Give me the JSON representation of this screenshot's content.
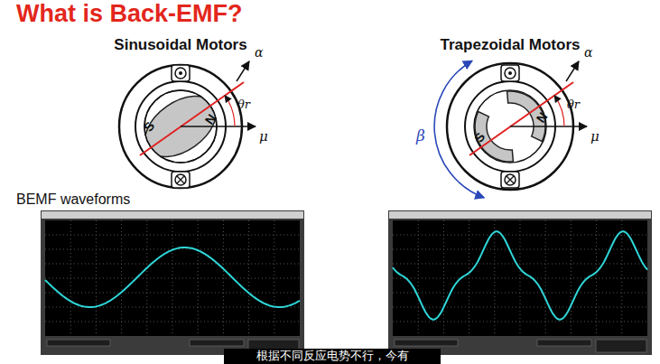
{
  "diagram": {
    "title": "What is Back-EMF?",
    "caption": "根据不同反应电势不行，今有",
    "labels": [
      "Sinusoidal Motors",
      "Trapezoidal Motors",
      "α",
      "θr",
      "μ",
      "N",
      "S",
      "α",
      "θr",
      "μ",
      "N",
      "S",
      "β",
      "BEMF waveforms"
    ]
  }
}
